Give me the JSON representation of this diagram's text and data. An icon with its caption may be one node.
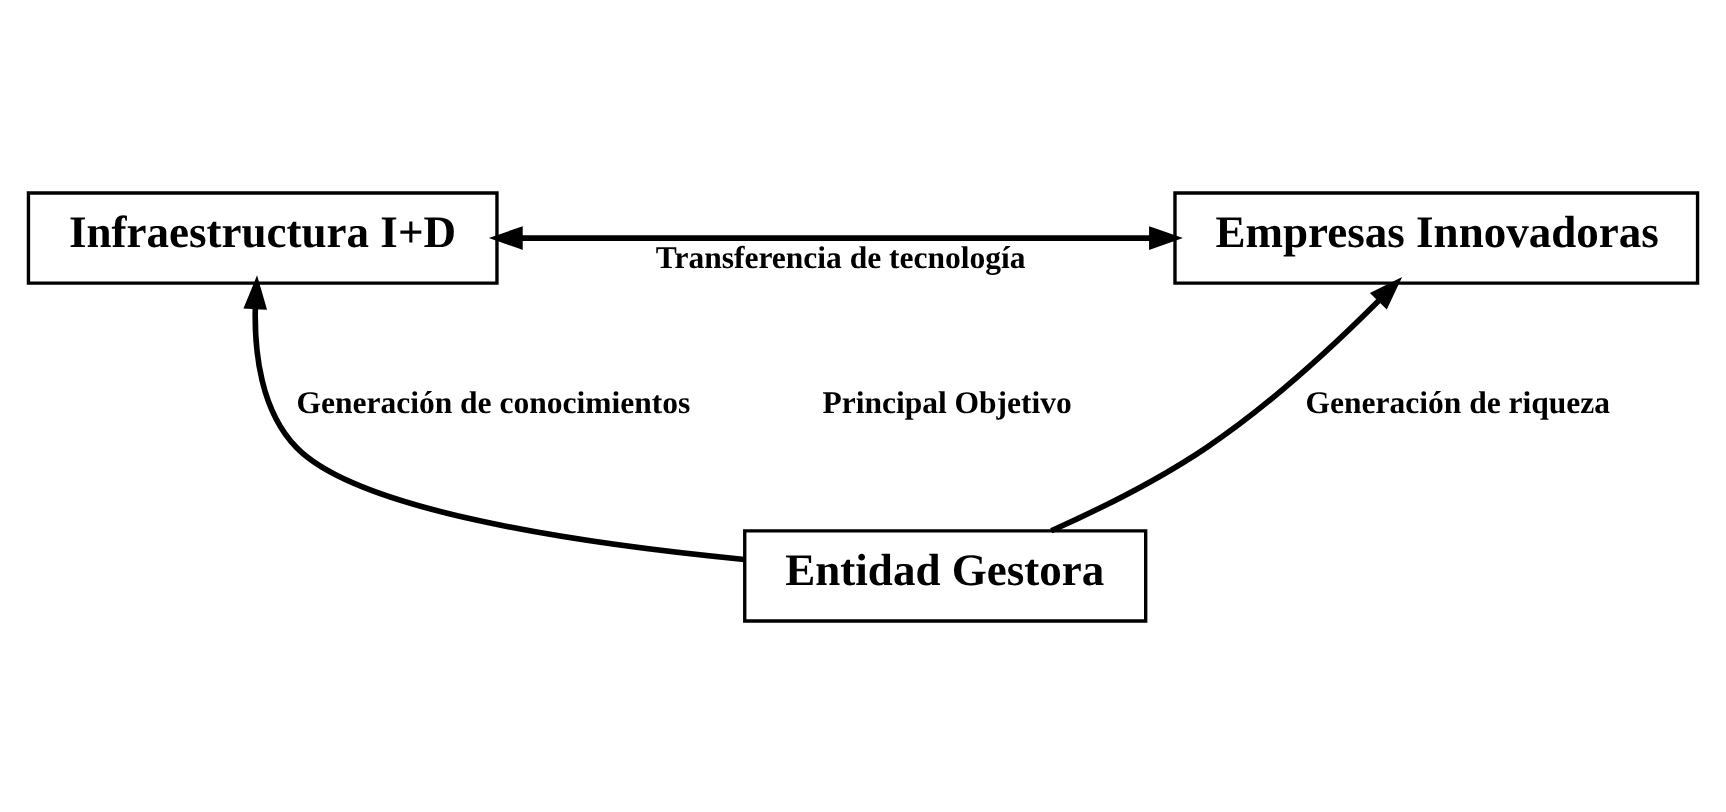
{
  "diagram": {
    "nodes": [
      {
        "text": [
          "Infraestructura I+D"
        ]
      },
      {
        "text": [
          "Empresas Innovadoras"
        ]
      },
      {
        "text": [
          "Entidad Gestora"
        ]
      }
    ],
    "edges": [
      {
        "from": 0,
        "to": 1,
        "arrow": "both",
        "label": "Transferencia de tecnología"
      },
      {
        "from": 2,
        "to": 0,
        "arrow": "to",
        "label": "Generación de conocimientos"
      },
      {
        "from": 2,
        "to": 1,
        "arrow": "to",
        "label": "Generación de riqueza"
      }
    ],
    "labels": [
      "Principal Objetivo"
    ]
  }
}
